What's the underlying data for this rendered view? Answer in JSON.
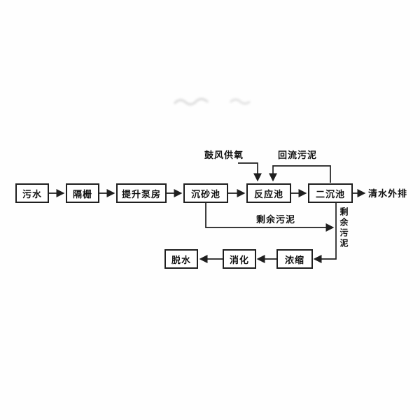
{
  "flowchart": {
    "main_flow": [
      {
        "label": "污水"
      },
      {
        "label": "隔栅"
      },
      {
        "label": "提升泵房"
      },
      {
        "label": "沉砂池"
      },
      {
        "label": "反应池"
      },
      {
        "label": "二沉池"
      }
    ],
    "outflow_label": "清水外排",
    "aeration_label": "鼓风供氧",
    "return_sludge_label": "回流污泥",
    "excess_sludge_label": "剩余污泥",
    "excess_sludge_vertical_label": "剩余污泥",
    "sludge_flow": [
      {
        "label": "浓缩"
      },
      {
        "label": "消化"
      },
      {
        "label": "脱水"
      }
    ],
    "colors": {
      "line": "#1f1f1f",
      "text": "#111111",
      "background": "#ffffff"
    }
  }
}
